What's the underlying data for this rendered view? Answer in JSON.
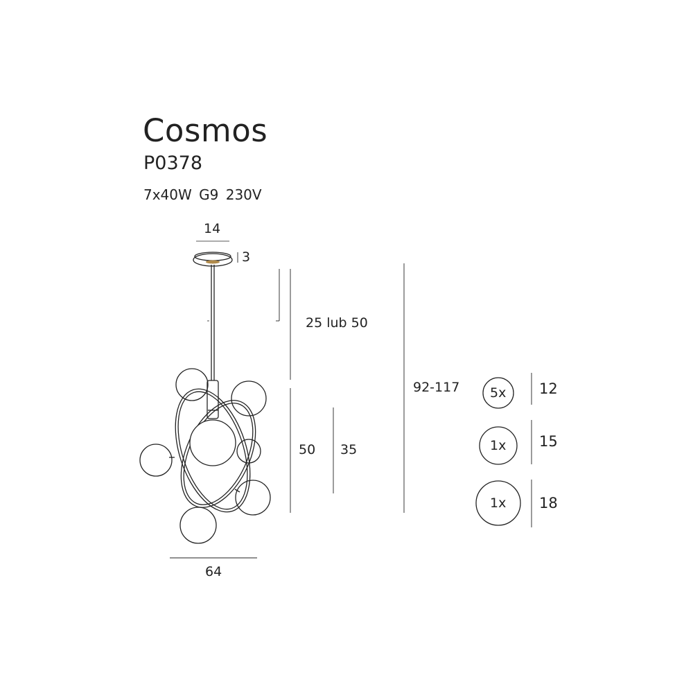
{
  "product": {
    "name": "Cosmos",
    "code": "P0378",
    "specs": "7x40W  G9  230V"
  },
  "dimensions": {
    "canopy_width": "14",
    "canopy_height": "3",
    "cable_length": "25 lub 50",
    "total_height": "92-117",
    "body_height": "50",
    "inner_height": "35",
    "width": "64"
  },
  "bulbs": [
    {
      "qty": "5x",
      "diameter": "12"
    },
    {
      "qty": "1x",
      "diameter": "15"
    },
    {
      "qty": "1x",
      "diameter": "18"
    }
  ],
  "colors": {
    "line": "#222222",
    "accent": "#b08a4a"
  }
}
